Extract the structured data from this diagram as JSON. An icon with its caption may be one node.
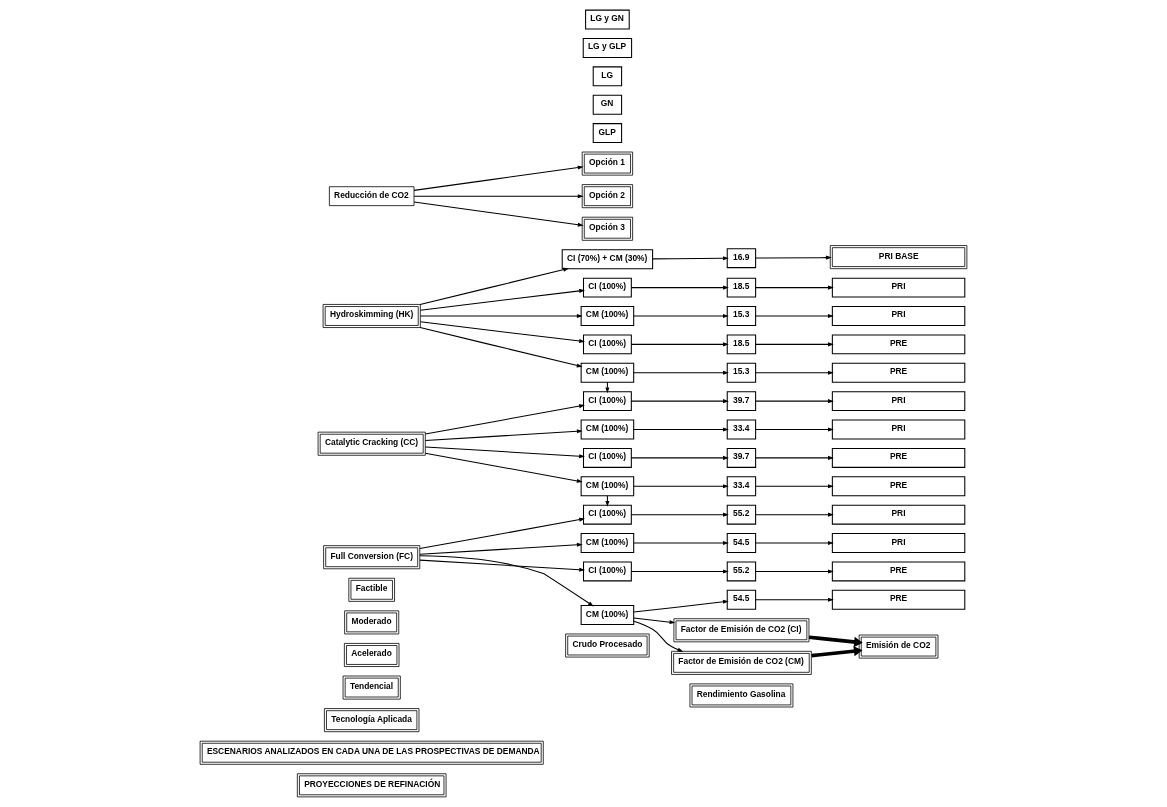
{
  "diagram": {
    "nodes": [
      {
        "text": [
          "PROYECCIONES DE REFINACIÓN"
        ]
      },
      {
        "text": [
          "ESCENARIOS ANALIZADOS EN CADA UNA DE LAS PROSPECTIVAS DE DEMANDA"
        ]
      },
      {
        "text": [
          "Tecnología Aplicada"
        ]
      },
      {
        "text": [
          "Crudo Procesado"
        ]
      },
      {
        "text": [
          "Rendimiento Gasolina"
        ]
      },
      {
        "text": [
          "Tendencial"
        ]
      },
      {
        "text": [
          "Acelerado"
        ]
      },
      {
        "text": [
          "Moderado"
        ]
      },
      {
        "text": [
          "Factible"
        ]
      },
      {
        "text": [
          "Hydroskimming (HK)"
        ]
      },
      {
        "text": [
          "CI (70%) + CM (30%)"
        ]
      },
      {
        "text": [
          "16.9"
        ]
      },
      {
        "text": [
          "PRI BASE"
        ]
      },
      {
        "text": [
          "CI (100%)"
        ]
      },
      {
        "text": [
          "18.5"
        ]
      },
      {
        "text": [
          "PRI"
        ]
      },
      {
        "text": [
          "CM (100%)"
        ]
      },
      {
        "text": [
          "15.3"
        ]
      },
      {
        "text": [
          "PRI"
        ]
      },
      {
        "text": [
          "CI (100%)"
        ]
      },
      {
        "text": [
          "18.5"
        ]
      },
      {
        "text": [
          "PRE"
        ]
      },
      {
        "text": [
          "CM (100%)"
        ]
      },
      {
        "text": [
          "15.3"
        ]
      },
      {
        "text": [
          "PRE"
        ]
      },
      {
        "text": [
          "Catalytic Cracking (CC)"
        ]
      },
      {
        "text": [
          "CI (100%)"
        ]
      },
      {
        "text": [
          "39.7"
        ]
      },
      {
        "text": [
          "PRI"
        ]
      },
      {
        "text": [
          "CM (100%)"
        ]
      },
      {
        "text": [
          "33.4"
        ]
      },
      {
        "text": [
          "PRI"
        ]
      },
      {
        "text": [
          "CI (100%)"
        ]
      },
      {
        "text": [
          "39.7"
        ]
      },
      {
        "text": [
          "PRE"
        ]
      },
      {
        "text": [
          "CM (100%)"
        ]
      },
      {
        "text": [
          "33.4"
        ]
      },
      {
        "text": [
          "PRE"
        ]
      },
      {
        "text": [
          "Full Conversion (FC)"
        ]
      },
      {
        "text": [
          "CI (100%)"
        ]
      },
      {
        "text": [
          "55.2"
        ]
      },
      {
        "text": [
          "PRI"
        ]
      },
      {
        "text": [
          "CM (100%)"
        ]
      },
      {
        "text": [
          "54.5"
        ]
      },
      {
        "text": [
          "PRI"
        ]
      },
      {
        "text": [
          "CI (100%)"
        ]
      },
      {
        "text": [
          "55.2"
        ]
      },
      {
        "text": [
          "PRE"
        ]
      },
      {
        "text": [
          "CM (100%)"
        ]
      },
      {
        "text": [
          "54.5"
        ]
      },
      {
        "text": [
          "PRE"
        ]
      },
      {
        "text": [
          "Factor de Emisión de CO2 (CI)"
        ]
      },
      {
        "text": [
          "Factor de Emisión de CO2 (CM)"
        ]
      },
      {
        "text": [
          "Emisión de CO2"
        ]
      },
      {
        "text": [
          "Reducción de CO2"
        ]
      },
      {
        "text": [
          "Opción 1"
        ]
      },
      {
        "text": [
          "Opción 2"
        ]
      },
      {
        "text": [
          "Opción 3"
        ]
      },
      {
        "text": [
          "GLP"
        ]
      },
      {
        "text": [
          "GN"
        ]
      },
      {
        "text": [
          "LG"
        ]
      },
      {
        "text": [
          "LG y GLP"
        ]
      },
      {
        "text": [
          "LG y GN"
        ]
      }
    ],
    "edges": [
      {
        "from": 9,
        "to": 10,
        "arrow": "to"
      },
      {
        "from": 9,
        "to": 13,
        "arrow": "to"
      },
      {
        "from": 9,
        "to": 16,
        "arrow": "to"
      },
      {
        "from": 9,
        "to": 19,
        "arrow": "to"
      },
      {
        "from": 9,
        "to": 22,
        "arrow": "to"
      },
      {
        "from": 10,
        "to": 11,
        "arrow": "to"
      },
      {
        "from": 11,
        "to": 12,
        "arrow": "to"
      },
      {
        "from": 13,
        "to": 14,
        "arrow": "to"
      },
      {
        "from": 14,
        "to": 15,
        "arrow": "to"
      },
      {
        "from": 16,
        "to": 17,
        "arrow": "to"
      },
      {
        "from": 17,
        "to": 18,
        "arrow": "to"
      },
      {
        "from": 19,
        "to": 20,
        "arrow": "to"
      },
      {
        "from": 20,
        "to": 21,
        "arrow": "to"
      },
      {
        "from": 22,
        "to": 23,
        "arrow": "to"
      },
      {
        "from": 23,
        "to": 24,
        "arrow": "to"
      },
      {
        "from": 22,
        "to": 26,
        "arrow": "to"
      },
      {
        "from": 25,
        "to": 26,
        "arrow": "to"
      },
      {
        "from": 25,
        "to": 29,
        "arrow": "to"
      },
      {
        "from": 25,
        "to": 32,
        "arrow": "to"
      },
      {
        "from": 25,
        "to": 35,
        "arrow": "to"
      },
      {
        "from": 26,
        "to": 27,
        "arrow": "to"
      },
      {
        "from": 27,
        "to": 28,
        "arrow": "to"
      },
      {
        "from": 29,
        "to": 30,
        "arrow": "to"
      },
      {
        "from": 30,
        "to": 31,
        "arrow": "to"
      },
      {
        "from": 32,
        "to": 33,
        "arrow": "to"
      },
      {
        "from": 33,
        "to": 34,
        "arrow": "to"
      },
      {
        "from": 35,
        "to": 36,
        "arrow": "to"
      },
      {
        "from": 36,
        "to": 37,
        "arrow": "to"
      },
      {
        "from": 35,
        "to": 39,
        "arrow": "to"
      },
      {
        "from": 38,
        "to": 39,
        "arrow": "to"
      },
      {
        "from": 38,
        "to": 42,
        "arrow": "to"
      },
      {
        "from": 38,
        "to": 45,
        "arrow": "to"
      },
      {
        "from": 38,
        "to": 48,
        "arrow": "to"
      },
      {
        "from": 39,
        "to": 40,
        "arrow": "to"
      },
      {
        "from": 40,
        "to": 41,
        "arrow": "to"
      },
      {
        "from": 42,
        "to": 43,
        "arrow": "to"
      },
      {
        "from": 43,
        "to": 44,
        "arrow": "to"
      },
      {
        "from": 45,
        "to": 46,
        "arrow": "to"
      },
      {
        "from": 46,
        "to": 47,
        "arrow": "to"
      },
      {
        "from": 48,
        "to": 49,
        "arrow": "to"
      },
      {
        "from": 49,
        "to": 50,
        "arrow": "to"
      },
      {
        "from": 48,
        "to": 51,
        "arrow": "to"
      },
      {
        "from": 48,
        "to": 52,
        "arrow": "to"
      },
      {
        "from": 51,
        "to": 53,
        "arrow": "to",
        "style": "thick"
      },
      {
        "from": 52,
        "to": 53,
        "arrow": "to",
        "style": "thick"
      },
      {
        "from": 54,
        "to": 55,
        "arrow": "to"
      },
      {
        "from": 54,
        "to": 56,
        "arrow": "to"
      },
      {
        "from": 54,
        "to": 57,
        "arrow": "to"
      }
    ]
  }
}
